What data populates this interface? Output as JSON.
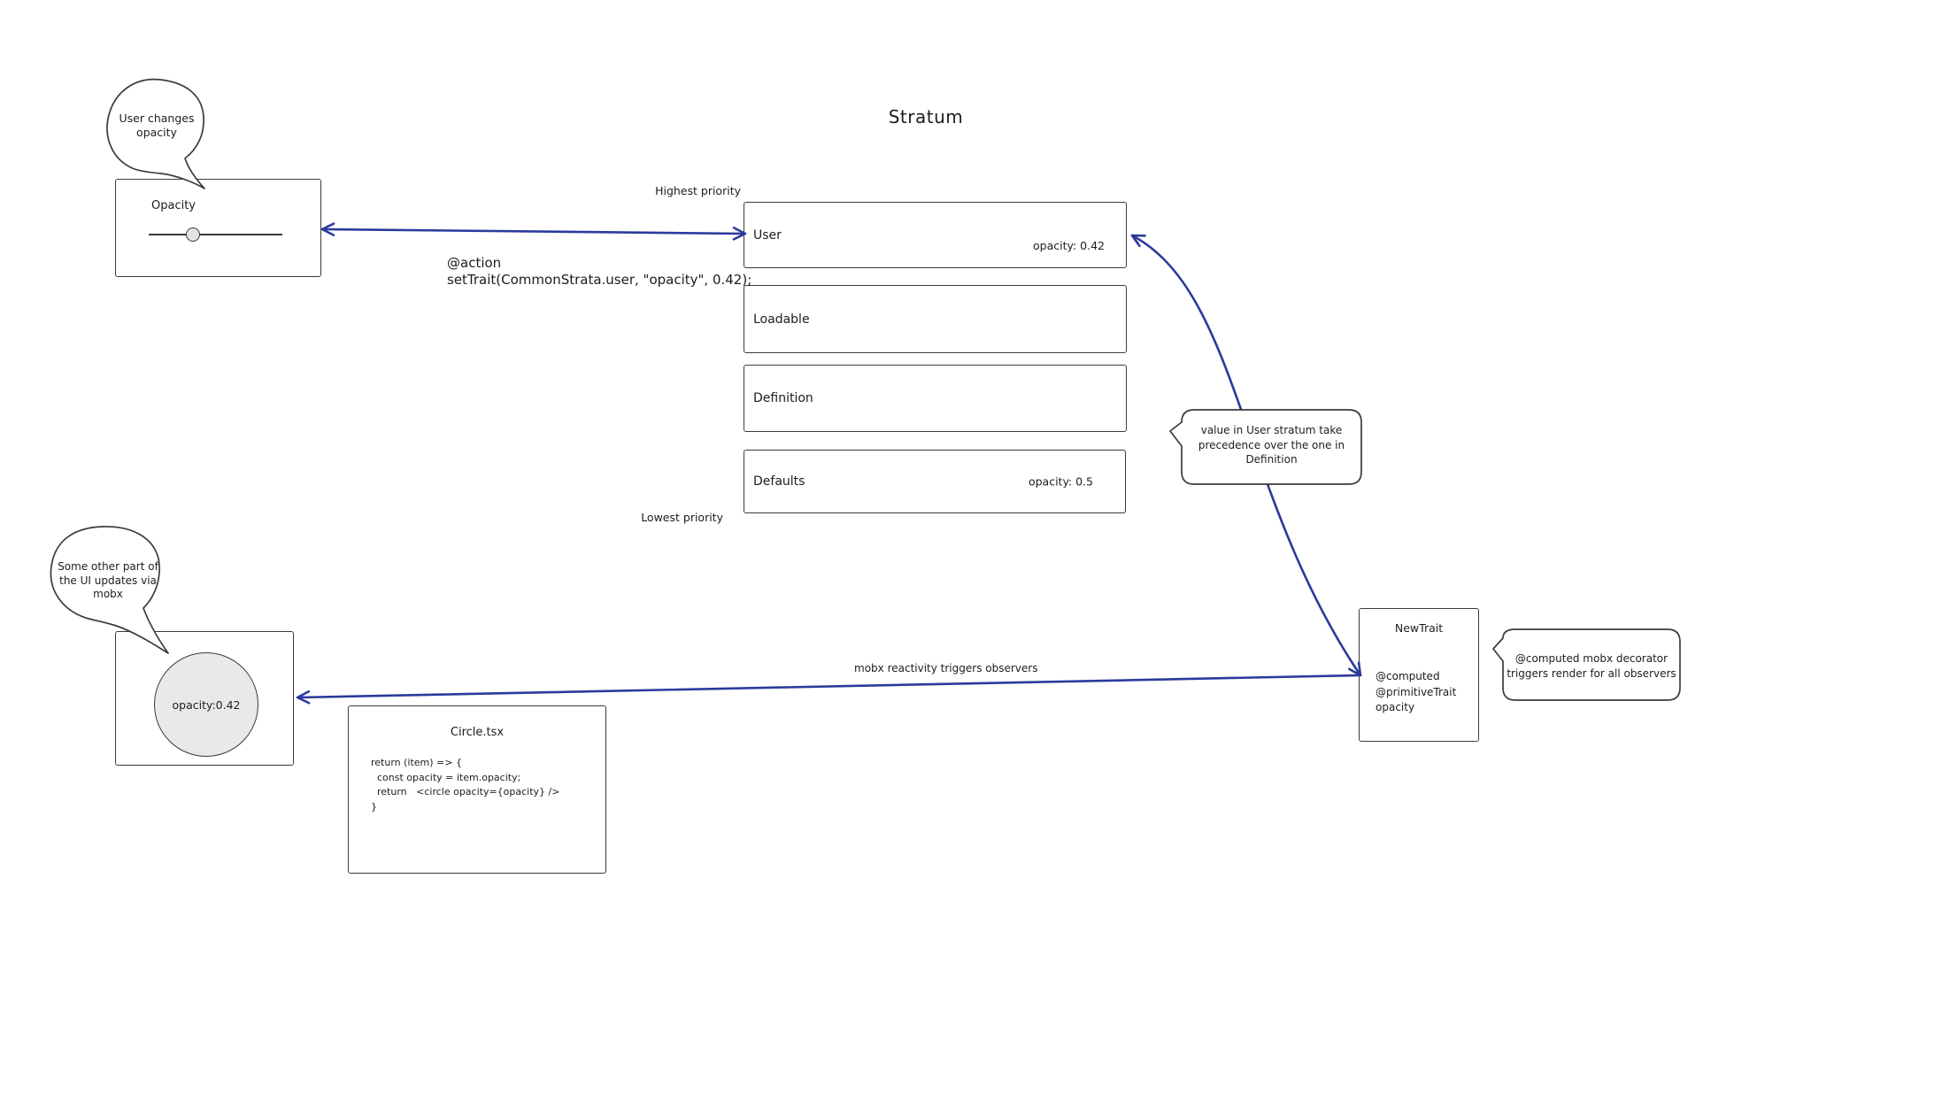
{
  "title": "Stratum",
  "colors": {
    "arrow": "#2b3a9c",
    "stroke": "#3b3b3b",
    "circle_fill": "#e9e9e9"
  },
  "labels": {
    "highest_priority": "Highest priority",
    "lowest_priority": "Lowest priority",
    "action": "@action\nsetTrait(CommonStrata.user, \"opacity\", 0.42);",
    "mobx_arrow": "mobx reactivity triggers observers"
  },
  "opacity_panel": {
    "title": "Opacity"
  },
  "strata": [
    {
      "name": "User",
      "value": "opacity: 0.42"
    },
    {
      "name": "Loadable",
      "value": ""
    },
    {
      "name": "Definition",
      "value": ""
    },
    {
      "name": "Defaults",
      "value": "opacity: 0.5"
    }
  ],
  "bubbles": {
    "user_changes": "User changes\nopacity",
    "ui_updates": "Some other part of\nthe UI updates via\nmobx",
    "value_precedence": "value in User stratum take\nprecedence over the one in\nDefinition",
    "computed_decorator": "@computed mobx decorator\ntriggers render for all observers"
  },
  "circle_widget": {
    "value": "opacity:0.42"
  },
  "circle_tsx": {
    "title": "Circle.tsx",
    "code": "return (item) => {\n  const opacity = item.opacity;\n  return   <circle opacity={opacity} />\n}"
  },
  "new_trait": {
    "title": "NewTrait",
    "decorators": "@computed\n@primitiveTrait\nopacity"
  }
}
